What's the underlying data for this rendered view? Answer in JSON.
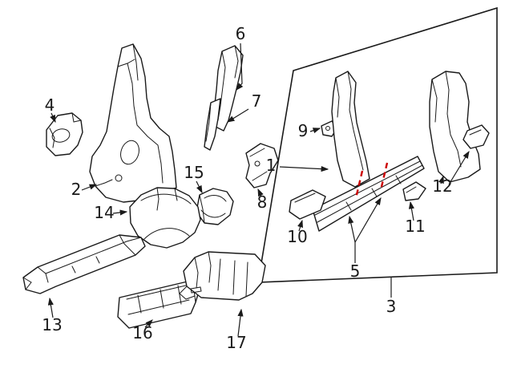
{
  "diagram": {
    "kind": "exploded-parts-line-diagram",
    "colors": {
      "line": "#1a1a1a",
      "accent": "#cc0000",
      "background": "#ffffff"
    },
    "callouts": [
      {
        "id": "callout-1",
        "label": "1"
      },
      {
        "id": "callout-2",
        "label": "2"
      },
      {
        "id": "callout-3",
        "label": "3"
      },
      {
        "id": "callout-4",
        "label": "4"
      },
      {
        "id": "callout-5",
        "label": "5"
      },
      {
        "id": "callout-6",
        "label": "6"
      },
      {
        "id": "callout-7",
        "label": "7"
      },
      {
        "id": "callout-8",
        "label": "8"
      },
      {
        "id": "callout-9",
        "label": "9"
      },
      {
        "id": "callout-10",
        "label": "10"
      },
      {
        "id": "callout-11",
        "label": "11"
      },
      {
        "id": "callout-12",
        "label": "12"
      },
      {
        "id": "callout-13",
        "label": "13"
      },
      {
        "id": "callout-14",
        "label": "14"
      },
      {
        "id": "callout-15",
        "label": "15"
      },
      {
        "id": "callout-16",
        "label": "16"
      },
      {
        "id": "callout-17",
        "label": "17"
      }
    ]
  }
}
